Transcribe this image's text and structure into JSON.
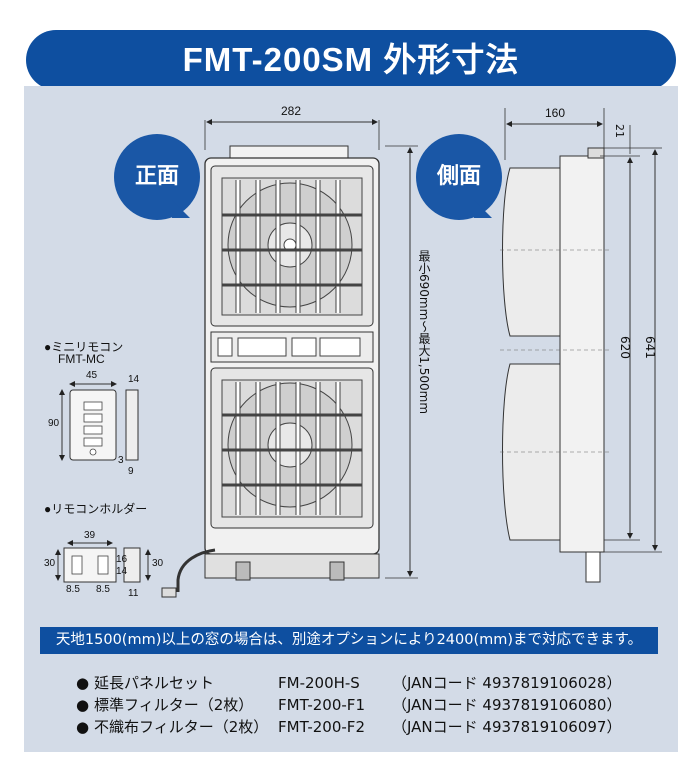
{
  "title": "FMT-200SM 外形寸法",
  "badges": {
    "front": "正面",
    "side": "側面"
  },
  "front_dims": {
    "width": "282",
    "height_range": "最小690mm～最大1,500mm"
  },
  "side_dims": {
    "depth": "160",
    "top": "21",
    "inner": "620",
    "outer": "641"
  },
  "remote": {
    "title": "●ミニリモコン",
    "model": "FMT-MC",
    "w": "45",
    "depth": "14",
    "h": "90",
    "d1": "3",
    "d2": "9"
  },
  "holder": {
    "title": "●リモコンホルダー",
    "w": "39",
    "h": "30",
    "h2": "30",
    "a": "8.5",
    "b": "8.5",
    "c": "14",
    "d": "16",
    "e": "11"
  },
  "notice": "天地1500(mm)以上の窓の場合は、別途オプションにより2400(mm)まで対応できます。",
  "options": [
    {
      "bullet": "●",
      "name": "延長パネルセット",
      "model": "FM-200H-S",
      "jan": "（JANコード 4937819106028）"
    },
    {
      "bullet": "●",
      "name": "標準フィルター（2枚）",
      "model": "FMT-200-F1",
      "jan": "（JANコード 4937819106080）"
    },
    {
      "bullet": "●",
      "name": "不織布フィルター（2枚）",
      "model": "FMT-200-F2",
      "jan": "（JANコード 4937819106097）"
    }
  ]
}
